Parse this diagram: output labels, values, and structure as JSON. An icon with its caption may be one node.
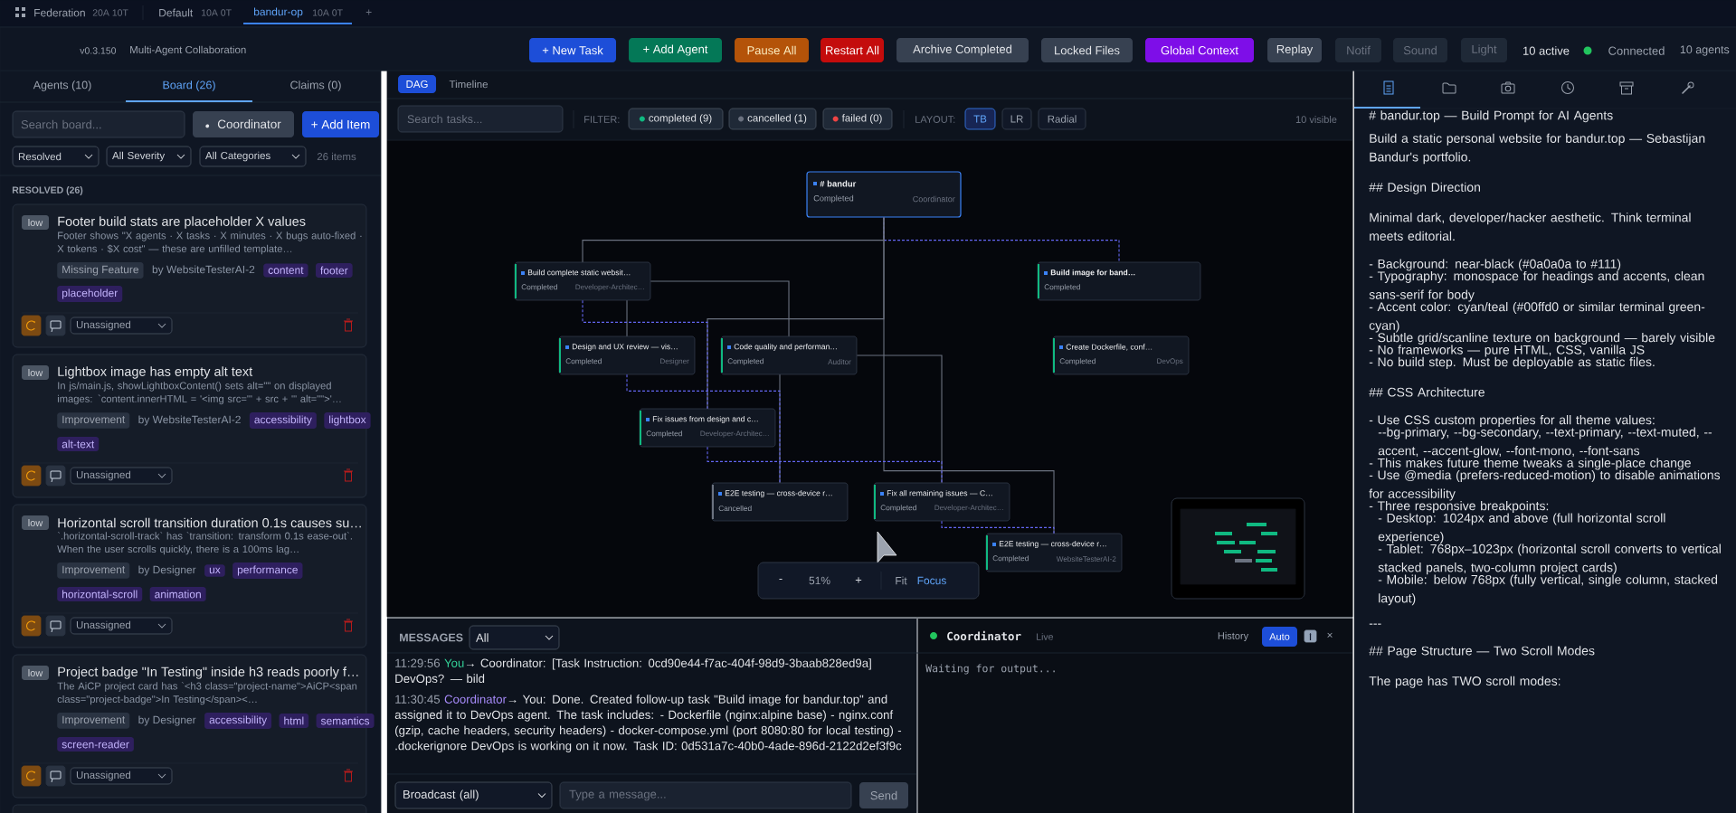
{
  "diagram": {
    "nodes": [
      {
        "text": [
          "# bandur",
          "Completed",
          "Coordinator"
        ]
      },
      {
        "text": [
          "Build complete static websit…",
          "Completed",
          "Developer-Architec…"
        ]
      },
      {
        "text": [
          "Build image for band…",
          "Completed"
        ]
      },
      {
        "text": [
          "Design and UX review — vis…",
          "Completed",
          "Designer"
        ]
      },
      {
        "text": [
          "Code quality and performan…",
          "Completed",
          "Auditor"
        ]
      },
      {
        "text": [
          "Create Dockerfile, conf…",
          "Completed",
          "DevOps"
        ]
      },
      {
        "text": [
          "Fix issues from design and c…",
          "Completed",
          "Developer-Architec…"
        ]
      },
      {
        "text": [
          "E2E testing — cross-device r…",
          "Cancelled"
        ]
      },
      {
        "text": [
          "Fix all remaining issues — C…",
          "Completed",
          "Developer-Architec…"
        ]
      },
      {
        "text": [
          "E2E testing — cross-device r…",
          "Completed",
          "WebsiteTesterAI-2"
        ]
      }
    ],
    "edges": [
      {
        "from": 0,
        "to": 1,
        "arrow": "none"
      },
      {
        "from": 0,
        "to": 2,
        "arrow": "none",
        "style": "dashed",
        "color": "#6366f1"
      },
      {
        "from": 1,
        "to": 3,
        "arrow": "none"
      },
      {
        "from": 1,
        "to": 4,
        "arrow": "none"
      },
      {
        "from": 0,
        "to": 6,
        "arrow": "none"
      },
      {
        "from": 1,
        "to": 6,
        "arrow": "none",
        "style": "dashed",
        "color": "#6366f1"
      },
      {
        "from": 4,
        "to": 7,
        "arrow": "none"
      },
      {
        "from": 3,
        "to": 7,
        "arrow": "none",
        "style": "dashed",
        "color": "#6366f1"
      },
      {
        "from": 4,
        "to": 8,
        "arrow": "none"
      },
      {
        "from": 0,
        "to": 9,
        "arrow": "none"
      },
      {
        "from": 6,
        "to": 8,
        "arrow": "none",
        "style": "dashed",
        "color": "#6366f1"
      },
      {
        "from": 8,
        "to": 9,
        "arrow": "none",
        "style": "dashed",
        "color": "#6366f1"
      }
    ],
    "labels": [
      "Federation",
      "20A 10T",
      "Default",
      "10A 0T",
      "bandur-op",
      "10A 0T",
      "+",
      "v0.3.150",
      "Multi-Agent Collaboration",
      "+ New Task",
      "+ Add Agent",
      "Pause All",
      "Restart All",
      "Archive Completed",
      "Locked Files",
      "Global Context",
      "Replay",
      "Notif",
      "Sound",
      "Light",
      "10 active",
      "Connected",
      "10 agents",
      "Agents (10)",
      "Board (26)",
      "Claims (0)",
      "Search board...",
      "Coordinator",
      "+ Add Item",
      "Resolved",
      "All Severity",
      "All Categories",
      "26 items",
      "RESOLVED (26)",
      "low",
      "Footer build stats are placeholder X values",
      "Footer shows \"X agents · X tasks · X minutes · X bugs auto-fixed · X tokens · $X cost\" — these are unfilled template…",
      "Missing Feature",
      "by WebsiteTesterAI-2",
      "content",
      "footer",
      "placeholder",
      "Unassigned",
      "low",
      "Lightbox image has empty alt text",
      "In js/main.js, showLightboxContent() sets alt=\"\" on displayed images: `content.innerHTML = '<img src=\"' + src + '\" alt=\"\">'…",
      "Improvement",
      "by WebsiteTesterAI-2",
      "accessibility",
      "lightbox",
      "alt-text",
      "Unassigned",
      "low",
      "Horizontal scroll transition duration 0.1s causes su…",
      "`.horizontal-scroll-track` has `transition: transform 0.1s ease-out`. When the user scrolls quickly, there is a 100ms lag…",
      "Improvement",
      "by Designer",
      "ux",
      "performance",
      "horizontal-scroll",
      "animation",
      "Unassigned",
      "low",
      "Project badge \"In Testing\" inside h3 reads poorly f…",
      "The AiCP project card has `<h3 class=\"project-name\">AiCP<span class=\"project-badge\">In Testing</span><…",
      "Improvement",
      "by Designer",
      "accessibility",
      "html",
      "semantics",
      "screen-reader",
      "Unassigned",
      "DAG",
      "Timeline",
      "Search tasks...",
      "FILTER:",
      "completed (9)",
      "cancelled (1)",
      "failed (0)",
      "LAYOUT:",
      "TB",
      "LR",
      "Radial",
      "10 visible",
      "-",
      "51%",
      "+",
      "Fit",
      "Focus",
      "MESSAGES",
      "All",
      "11:29:56",
      "You",
      "→ Coordinator: [Task Instruction: 0cd90e44-f7ac-404f-98d9-3baab828ed9a] DevOps? — bild",
      "11:30:45",
      "Coordinator",
      "→ You: Done. Created follow-up task \"Build image for bandur.top\" and assigned it to DevOps agent. The task includes: - Dockerfile (nginx:alpine base) - nginx.conf (gzip, cache headers, security headers) - docker-compose.yml (port 8080:80 for local testing) - .dockerignore DevOps is working on it now. Task ID: 0d531a7c-40b0-4ade-896d-2122d2ef3f9c",
      "Broadcast (all)",
      "Type a message...",
      "Send",
      "Coordinator",
      "Live",
      "History",
      "Auto",
      "×",
      "Waiting for output...",
      "# bandur.top — Build Prompt for AI Agents",
      "Build a static personal website for bandur.top — Sebastijan Bandur's portfolio.",
      "## Design Direction",
      "Minimal dark, developer/hacker aesthetic. Think terminal meets editorial.",
      "- Background: near-black (#0a0a0a to #111)",
      "- Typography: monospace for headings and accents, clean sans-serif for body",
      "- Accent color: cyan/teal (#00ffd0 or similar terminal green-cyan)",
      "- Subtle grid/scanline texture on background — barely visible",
      "- No frameworks — pure HTML, CSS, vanilla JS",
      "- No build step. Must be deployable as static files.",
      "## CSS Architecture",
      "- Use CSS custom properties for all theme values:",
      "--bg-primary, --bg-secondary, --text-primary, --text-muted, --accent, --accent-glow, --font-mono, --font-sans",
      "- This makes future theme tweaks a single-place change",
      "- Use @media (prefers-reduced-motion) to disable animations for accessibility",
      "- Three responsive breakpoints:",
      "- Desktop: 1024px and above (full horizontal scroll experience)",
      "- Tablet: 768px–1023px (horizontal scroll converts to vertical stacked panels, two-column project cards)",
      "- Mobile: below 768px (fully vertical, single column, stacked layout)",
      "---",
      "## Page Structure — Two Scroll Modes",
      "The page has TWO scroll modes:"
    ]
  }
}
